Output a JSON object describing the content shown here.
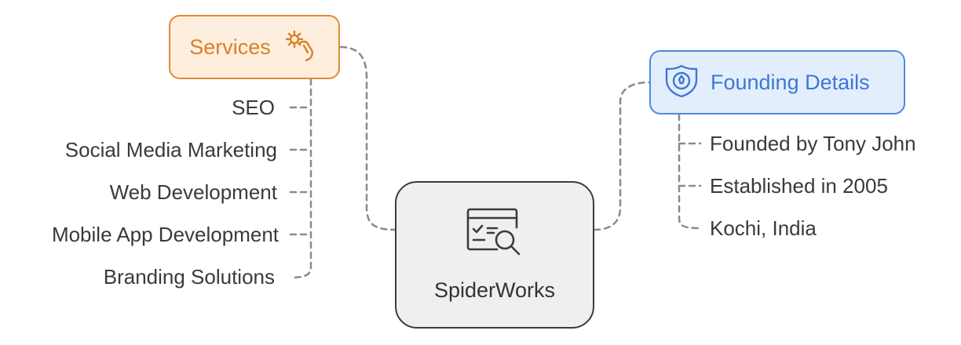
{
  "root": {
    "label": "SpiderWorks",
    "icon": "browser-search-icon"
  },
  "services": {
    "label": "Services",
    "icon": "gear-hand-icon",
    "color": "#e08a35",
    "items": [
      "SEO",
      "Social Media Marketing",
      "Web Development",
      "Mobile App Development",
      "Branding Solutions"
    ]
  },
  "founding": {
    "label": "Founding Details",
    "icon": "shield-badge-icon",
    "color": "#4f89dc",
    "items": [
      "Founded by Tony John",
      "Established in 2005",
      "Kochi, India"
    ]
  }
}
